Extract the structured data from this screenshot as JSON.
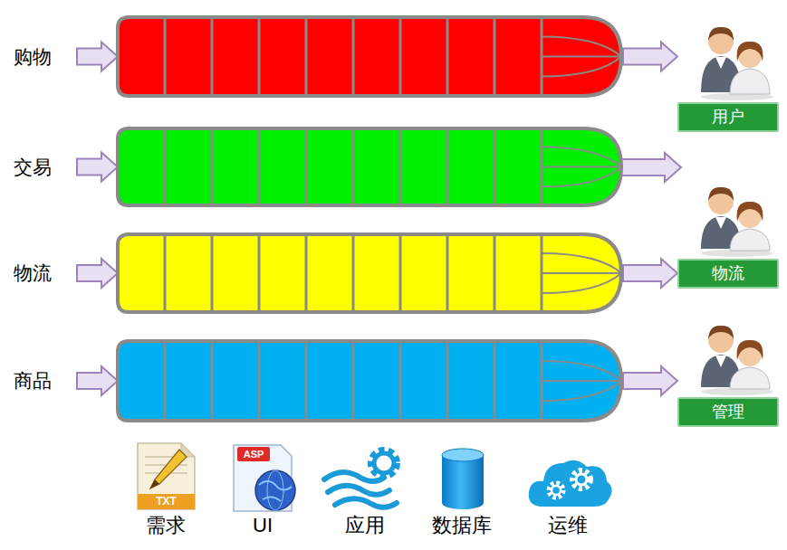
{
  "diagram": {
    "nodes": [
      {
        "text": [
          "购物"
        ]
      },
      {
        "text": [
          "用户"
        ]
      },
      {
        "text": [
          "交易"
        ]
      },
      {
        "text": [
          "物流"
        ]
      },
      {
        "text": [
          "物流"
        ]
      },
      {
        "text": [
          "商品"
        ]
      },
      {
        "text": [
          "管理"
        ]
      }
    ],
    "edges": [
      {
        "from": 0,
        "to": 1,
        "arrow": "to"
      },
      {
        "from": 3,
        "to": 4,
        "arrow": "to"
      },
      {
        "from": 5,
        "to": 6,
        "arrow": "to"
      }
    ],
    "labels": [
      "TXT",
      "ASP",
      "需求",
      "UI",
      "应用",
      "数据库",
      "运维"
    ]
  }
}
